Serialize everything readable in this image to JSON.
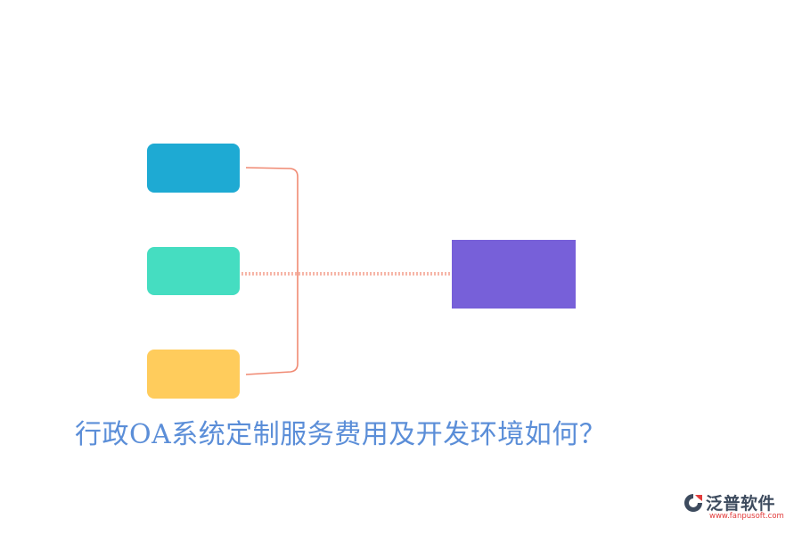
{
  "title": "行政OA系统定制服务费用及开发环境如何？",
  "colors": {
    "node_blue": "#1eaad3",
    "node_teal": "#45ddc1",
    "node_yellow": "#ffcc5c",
    "node_purple": "#7760d9",
    "connector": "#f08a73",
    "title_text": "#5b8ed8"
  },
  "brand": {
    "name": "泛普软件",
    "url": "www.fanpusoft.com",
    "logo_icon": "fanpu-logo-icon"
  }
}
